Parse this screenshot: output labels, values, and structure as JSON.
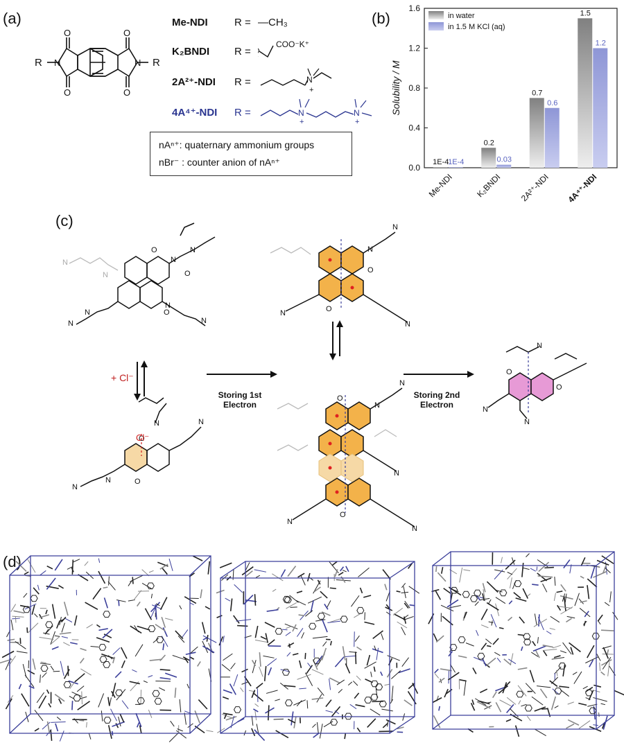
{
  "panel_a": {
    "label": "(a)",
    "core_R_left": "R",
    "core_R_right": "R",
    "rows": [
      {
        "name": "Me-NDI",
        "eq": "R =",
        "group": "—CH₃"
      },
      {
        "name": "K₂BNDI",
        "eq": "R =",
        "group": "COO⁻K⁺"
      },
      {
        "name": "2A²⁺-NDI",
        "eq": "R =",
        "group": ""
      },
      {
        "name": "4A⁴⁺-NDI",
        "eq": "R =",
        "group": ""
      }
    ],
    "legend": {
      "line1": "nAⁿ⁺: quaternary ammonium groups",
      "line2": "nBr⁻ : counter anion of nAⁿ⁺"
    },
    "accent": "#2a3590"
  },
  "panel_b": {
    "label": "(b)",
    "chart_data": {
      "type": "bar",
      "categories": [
        "Me-NDI",
        "K₂BNDI",
        "2A²⁺-NDI",
        "4A⁴⁺-NDI"
      ],
      "series": [
        {
          "name": "in water",
          "values": [
            0.0001,
            0.2,
            0.7,
            1.5
          ],
          "labels": [
            "1E-4",
            "0.2",
            "0.7",
            "1.5"
          ],
          "color": "#808080"
        },
        {
          "name": "in 1.5 M KCl (aq)",
          "values": [
            0.0001,
            0.03,
            0.6,
            1.2
          ],
          "labels": [
            "1E-4",
            "0.03",
            "0.6",
            "1.2"
          ],
          "color": "#8e96d6"
        }
      ],
      "ylabel": "Solubility / M",
      "ylim": [
        0,
        1.6
      ],
      "yticks": [
        "0.0",
        "0.4",
        "0.8",
        "1.2",
        "1.6"
      ],
      "legend_position": "top-left"
    }
  },
  "panel_c": {
    "label": "(c)",
    "chloride_label": "+ Cl⁻",
    "chloride_atom": "Cl⁻",
    "arrow1_line1": "Storing 1st",
    "arrow1_line2": "Electron",
    "arrow2_line1": "Storing 2nd",
    "arrow2_line2": "Electron"
  },
  "panel_d": {
    "label": "(d)",
    "box_color": "#3b3f9a"
  }
}
